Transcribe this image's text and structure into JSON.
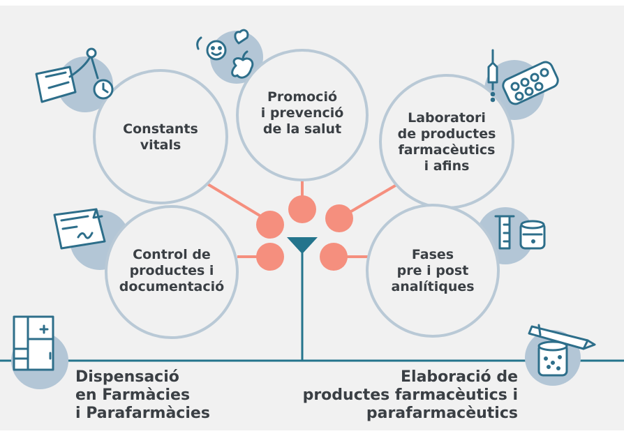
{
  "nodes": {
    "constants": "Constants\nvitals",
    "promocio": "Promoció\ni prevenció\nde la salut",
    "laboratori": "Laboratori\nde productes\nfarmacèutics\ni afins",
    "control": "Control de\nproductes i\ndocumentació",
    "fases": "Fases\npre i post\nanalítiques"
  },
  "footer": {
    "dispensacio": "Dispensació\nen Farmàcies\ni Parafarmàcies",
    "elaboracio": "Elaboració de\nproductes farmacèutics i\nparafarmacèutics"
  },
  "colors": {
    "background": "#f1f1f1",
    "circle_stroke": "#b9c9d6",
    "icon_bg": "#b3c6d6",
    "connector": "#f58f7e",
    "line": "#24748c",
    "icon_stroke": "#2d6e8a",
    "text": "#3a3f44"
  },
  "icons": [
    "blood-pressure-icon",
    "health-promotion-icon",
    "pill-pipette-icon",
    "document-signature-icon",
    "test-tube-jar-icon",
    "pharmacy-shelf-icon",
    "pen-jar-icon"
  ]
}
